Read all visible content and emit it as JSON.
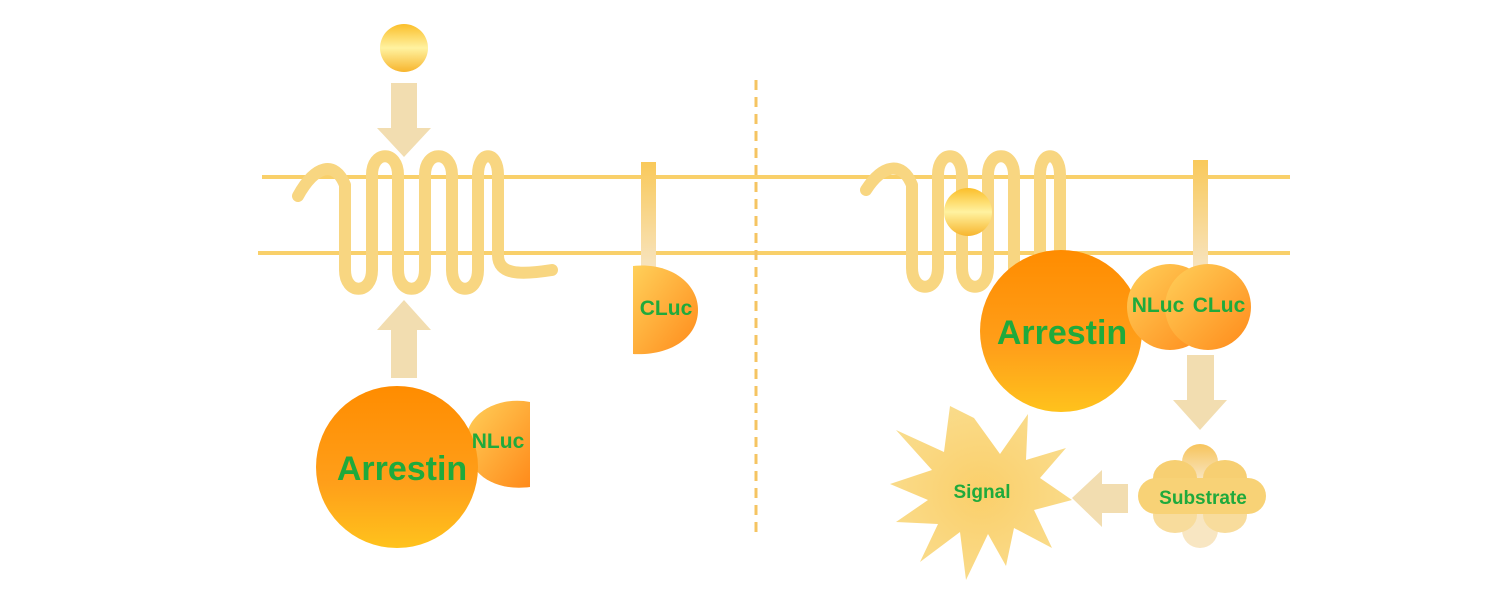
{
  "colors": {
    "membrane": "#f9d06a",
    "receptor": "#f8d681",
    "arrow": "#f2ddb0",
    "orange_dark": "#ff8a00",
    "orange_light": "#ffc233",
    "label_green": "#1faa3c",
    "divider": "#f5c462"
  },
  "icons": {
    "ligand": "ligand-circle-icon",
    "receptor": "gpcr-receptor-icon",
    "arrow": "block-arrow-icon",
    "signal": "starburst-icon",
    "substrate": "substrate-blob-icon"
  },
  "left_panel": {
    "arrestin_label": "Arrestin",
    "nluc_label": "NLuc",
    "cluc_label": "CLuc"
  },
  "right_panel": {
    "arrestin_label": "Arrestin",
    "nluc_label": "NLuc",
    "cluc_label": "CLuc",
    "substrate_label": "Substrate",
    "signal_label": "Signal"
  }
}
